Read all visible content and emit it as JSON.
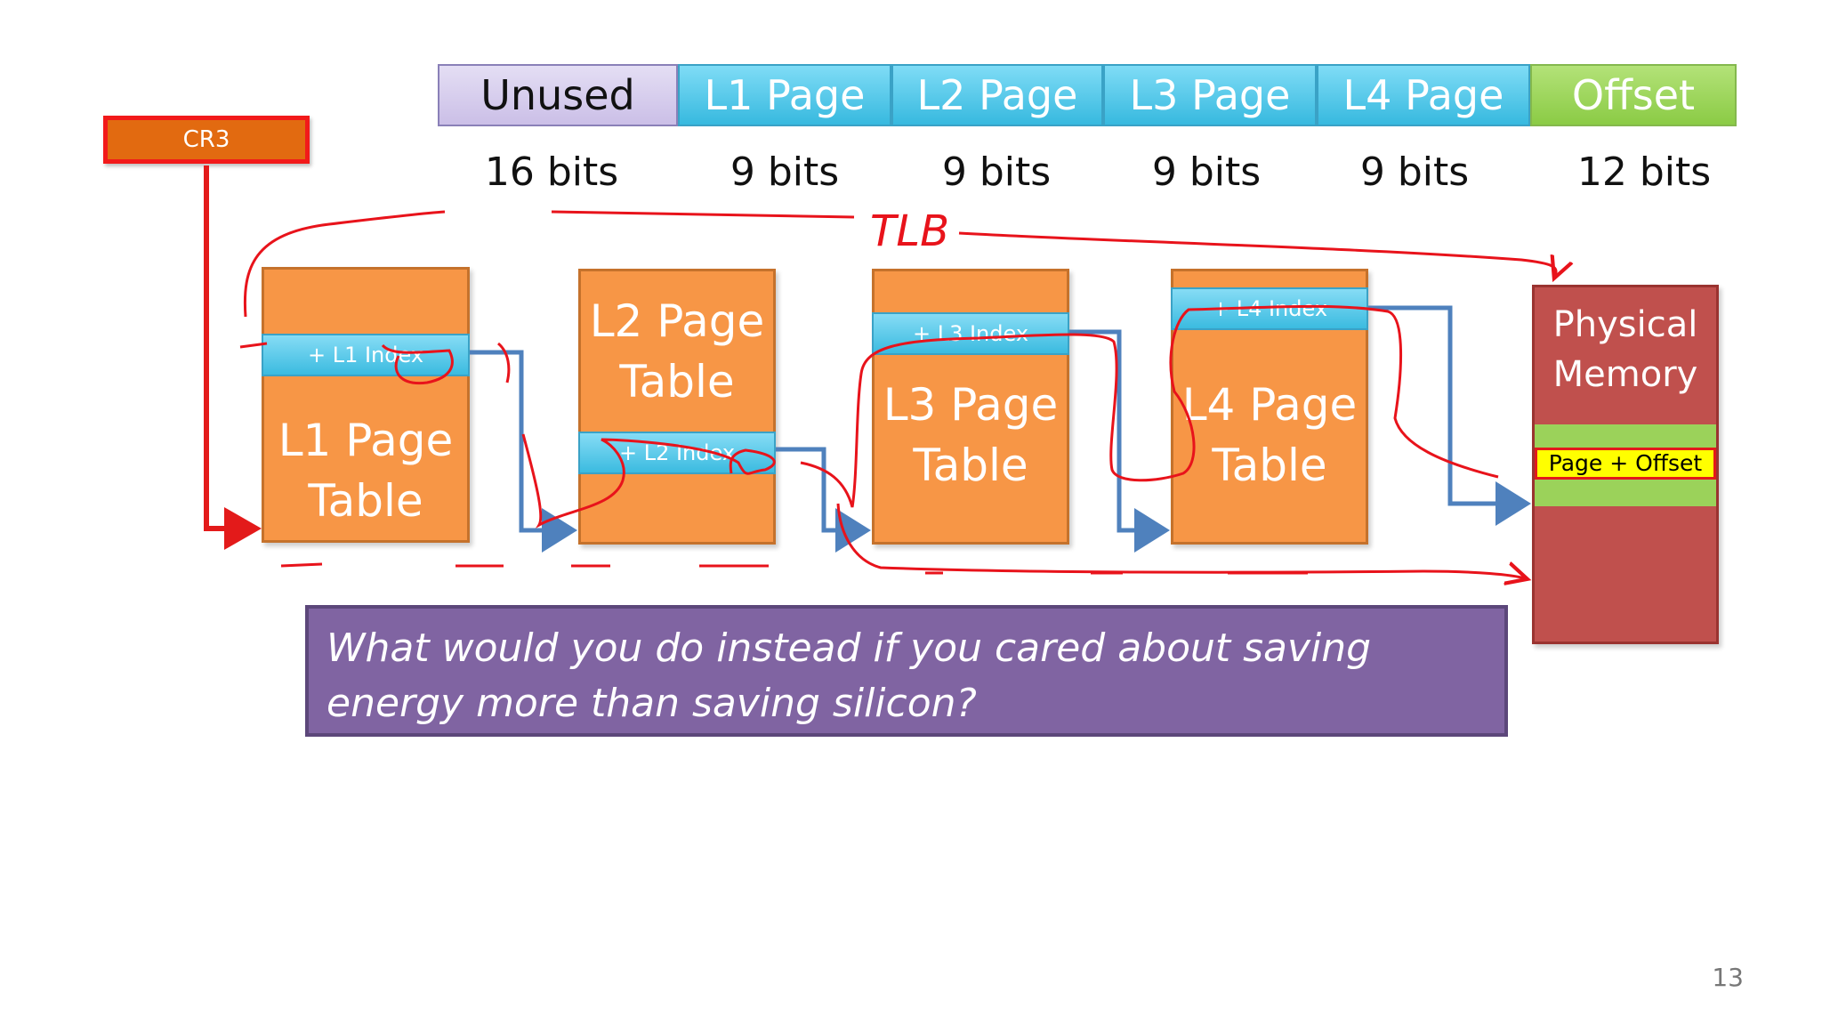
{
  "address_format": {
    "fields": [
      {
        "label": "Unused",
        "bits": "16 bits"
      },
      {
        "label": "L1 Page",
        "bits": "9 bits"
      },
      {
        "label": "L2 Page",
        "bits": "9 bits"
      },
      {
        "label": "L3 Page",
        "bits": "9 bits"
      },
      {
        "label": "L4 Page",
        "bits": "9 bits"
      },
      {
        "label": "Offset",
        "bits": "12 bits"
      }
    ]
  },
  "cr3": {
    "label": "CR3"
  },
  "tables": [
    {
      "label": "L1 Page\nTable",
      "index": "+ L1 Index"
    },
    {
      "label": "L2 Page\nTable",
      "index": "+ L2 Index"
    },
    {
      "label": "L3 Page\nTable",
      "index": "+ L3 Index"
    },
    {
      "label": "L4 Page\nTable",
      "index": "+ L4 Index"
    }
  ],
  "physical_memory": {
    "label": "Physical\nMemory",
    "entry": "Page + Offset"
  },
  "annotation": {
    "text": "TLB",
    "color": "#e8131b"
  },
  "question": {
    "text": "What would you do instead if you cared about saving energy more than saving silicon?"
  },
  "page_number": "13",
  "colors": {
    "table": "#f79646",
    "index": "#4bc6ea",
    "physical_memory": "#c0504d",
    "question": "#8064a2",
    "arrow_blue": "#4f81bd",
    "arrow_red": "#e31a1a"
  }
}
